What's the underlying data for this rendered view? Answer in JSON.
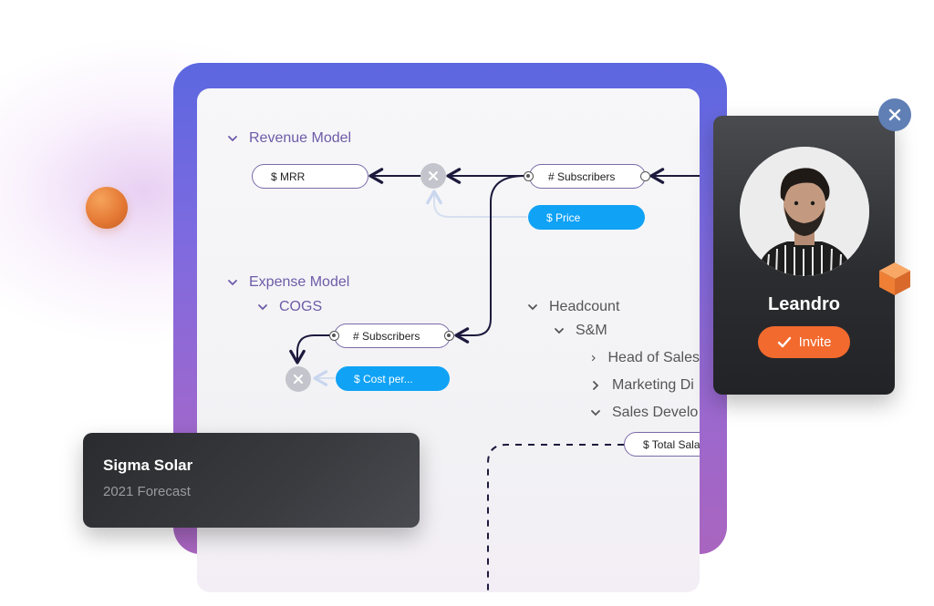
{
  "revenue_model": {
    "label": "Revenue Model",
    "mrr": "$ MRR",
    "subscribers": "# Subscribers",
    "price": "$ Price"
  },
  "expense_model": {
    "label": "Expense Model",
    "cogs": "COGS",
    "subscribers": "# Subscribers",
    "cost_per": "$ Cost per..."
  },
  "headcount": {
    "label": "Headcount",
    "sm": "S&M",
    "head_of_sales": "Head of Sales",
    "marketing": "Marketing Di",
    "sales_develop": "Sales Develo",
    "total_sales": "$ Total Sala"
  },
  "project": {
    "title": "Sigma Solar",
    "subtitle": "2021 Forecast"
  },
  "user": {
    "name": "Leandro",
    "invite_label": "Invite"
  },
  "colors": {
    "accent_blue": "#10a2f5",
    "invite_orange": "#f26a2e",
    "section_purple": "#6e5ba8",
    "close_blue": "#5f7fb5"
  }
}
